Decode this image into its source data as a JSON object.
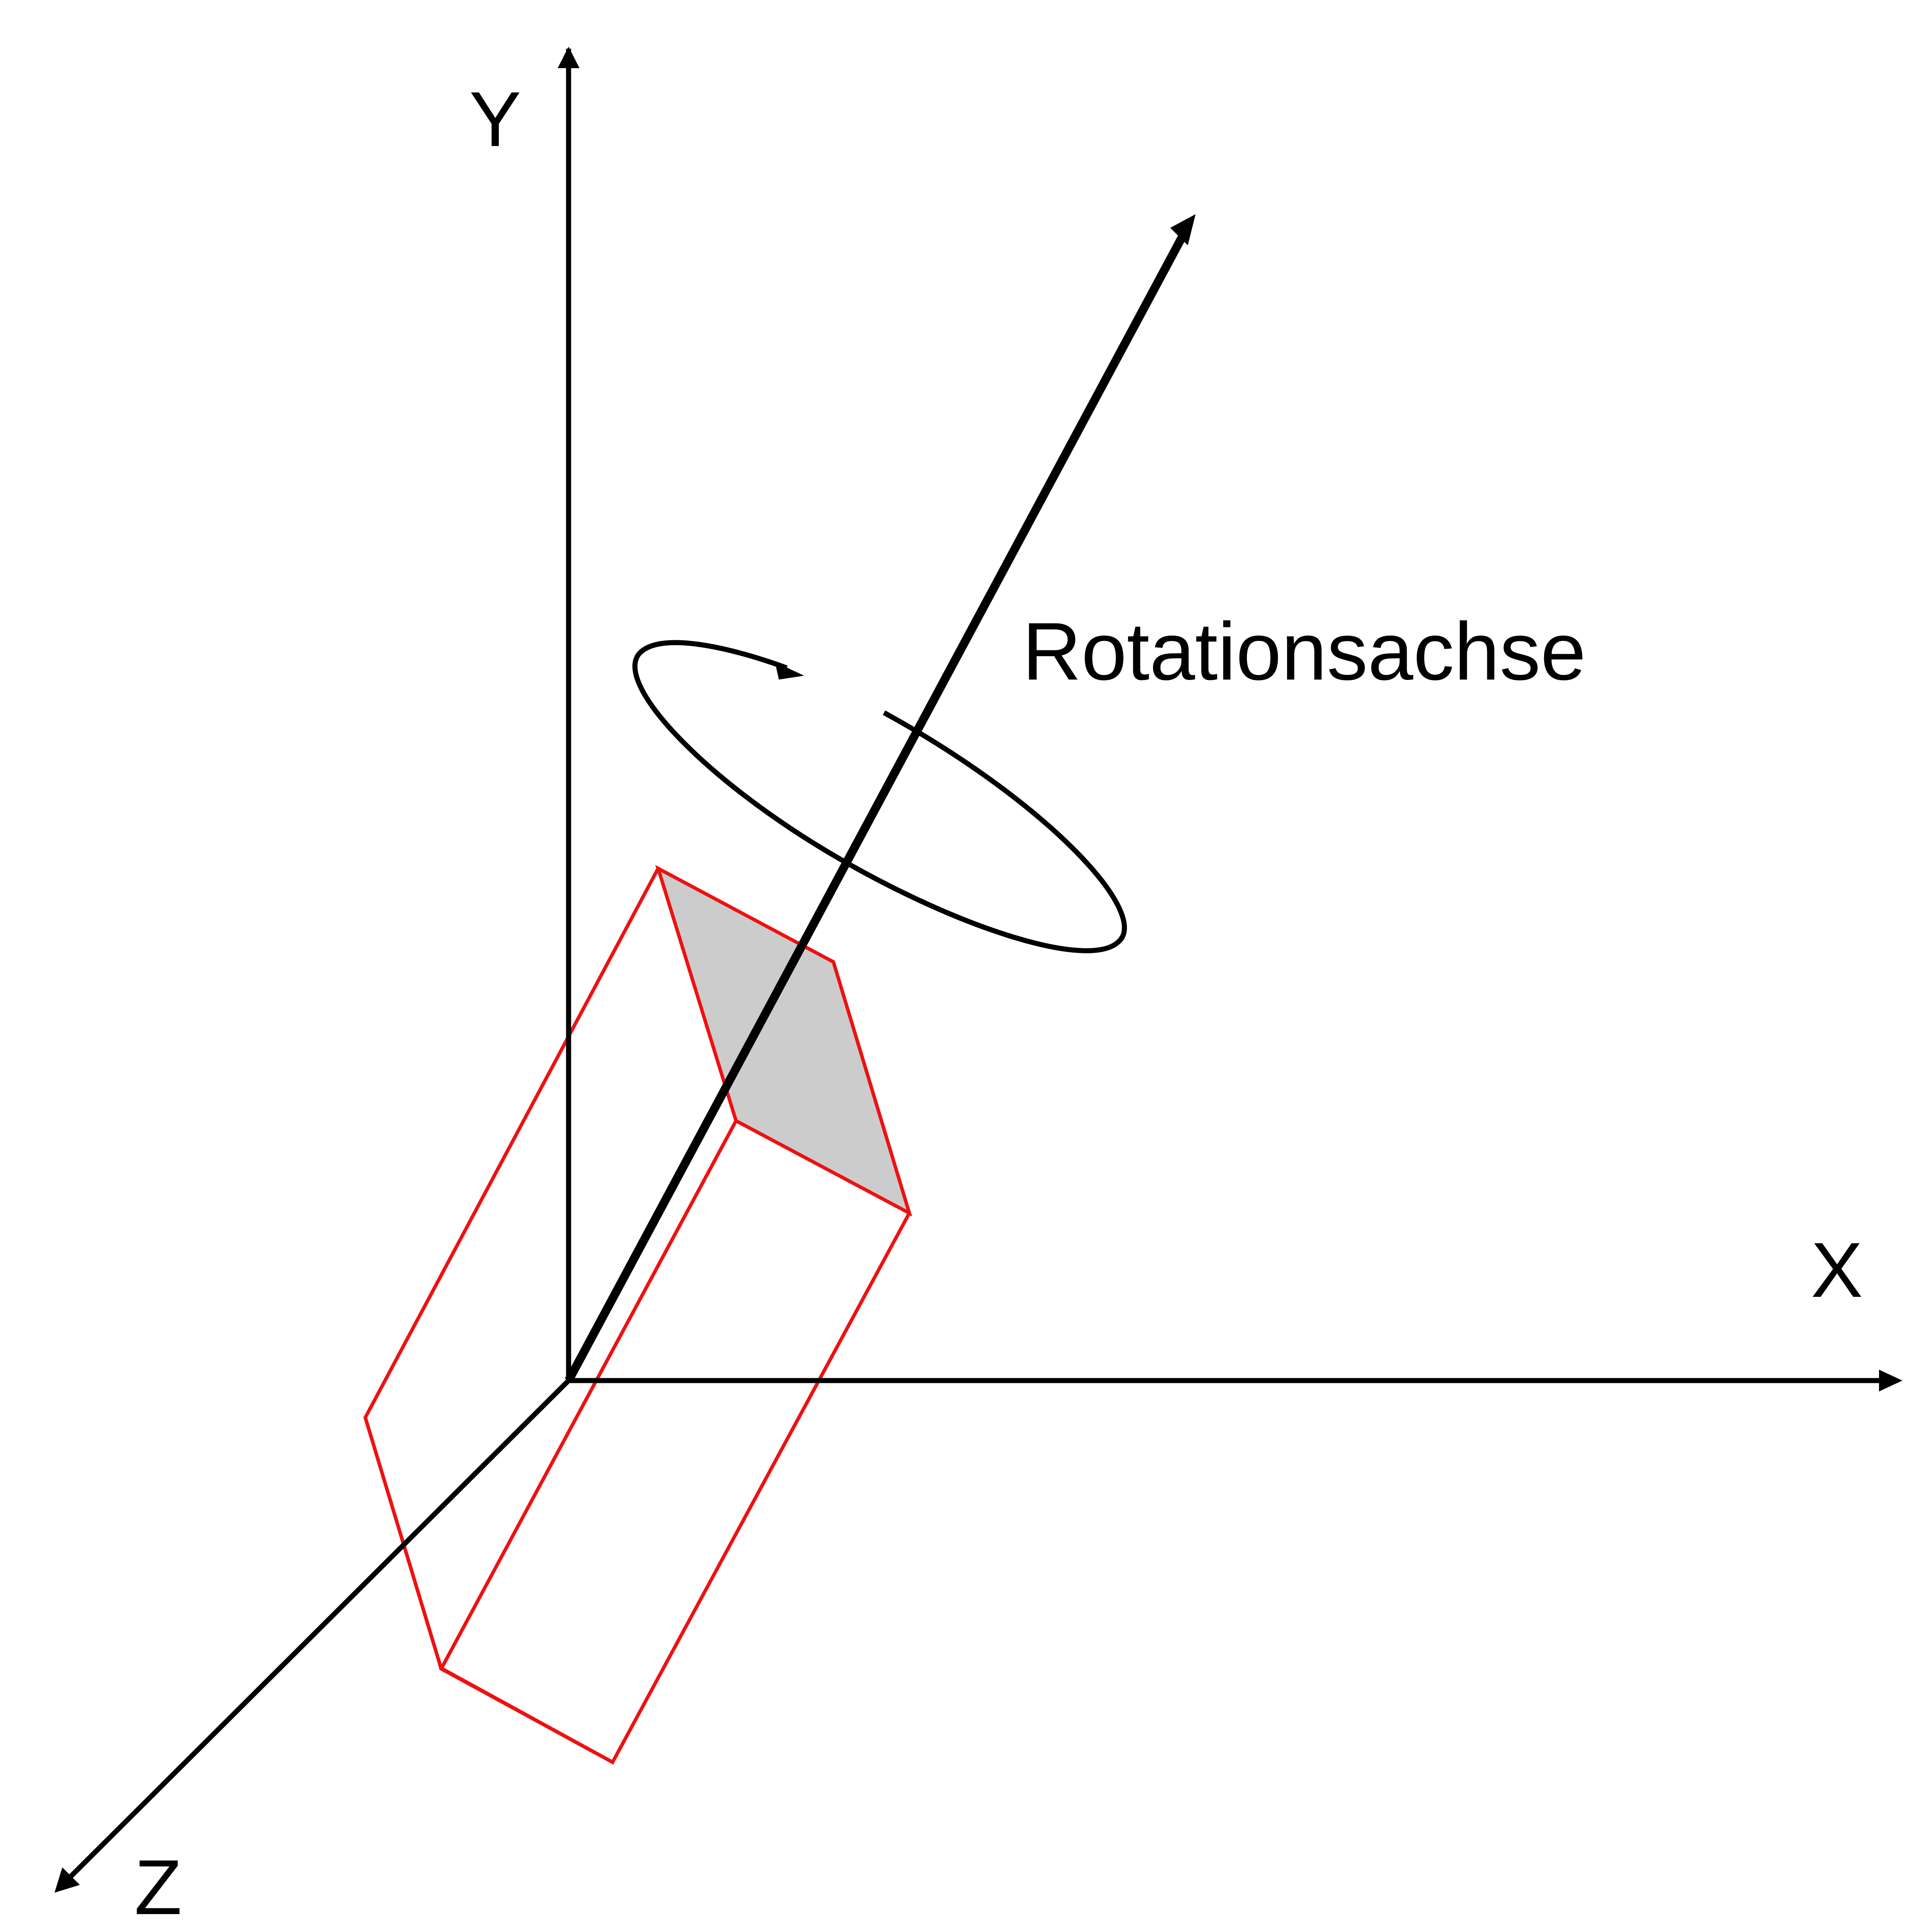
{
  "diagram": {
    "axes": {
      "x_label": "X",
      "y_label": "Y",
      "z_label": "Z"
    },
    "rotation_axis": {
      "label": "Rotationsachse"
    },
    "colors": {
      "axis": "#000000",
      "box_outline": "#ee1111",
      "shaded_face": "#cccccc",
      "background": "#ffffff"
    }
  }
}
